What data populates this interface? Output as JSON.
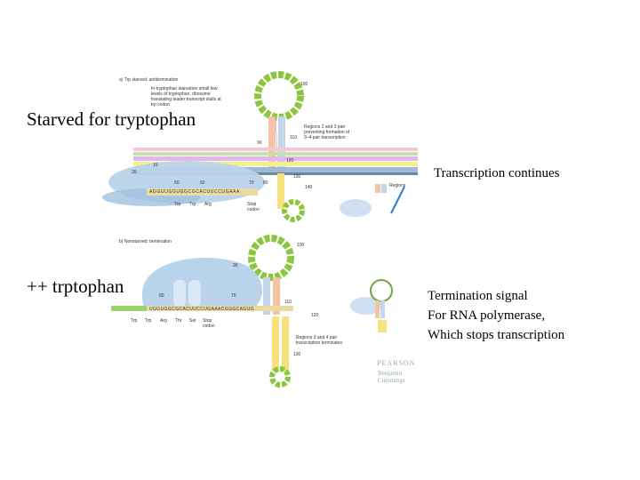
{
  "labels": {
    "starved": "Starved for tryptophan",
    "transcription_continues": "Transcription continues",
    "plus_trp": "++ trptophan",
    "termination_lines": [
      "Termination signal",
      "For RNA polymerase,",
      "Which stops transcription"
    ]
  },
  "panel_a": {
    "heading": "a) Trp starved: antitermination",
    "caption_lines": [
      "In tryptophan starvation small few",
      "levels of tryptophan, ribosome",
      "translating leader transcript stalls at",
      "trp codon"
    ],
    "regions_note_lines": [
      "Regions 2 and 3 pair",
      "preventing formation of",
      "3–4 pair transcription"
    ],
    "sequence": "AGGUUGGUGGCGCACUUCCUGAAA",
    "codons": [
      "Trp",
      "Trp",
      "Arg"
    ],
    "stop_label_lines": [
      "Stop",
      "codon"
    ],
    "regions_label": "Regions",
    "numbers": [
      "100",
      "90",
      "110",
      "120",
      "130",
      "140",
      "10",
      "20",
      "50",
      "60",
      "70",
      "80"
    ]
  },
  "panel_b": {
    "heading": "b) Nonstarved: termination",
    "regions_note_lines": [
      "Regions 3 and 4 pair",
      "transcription terminates"
    ],
    "sequence": "UGGUGGCGCACUUCCUGAAACGGGCAGUG",
    "codons": [
      "Trp",
      "Trp",
      "Arg",
      "Thr",
      "Ser"
    ],
    "stop_label_lines": [
      "Stop",
      "codon"
    ],
    "numbers": [
      "100",
      "90",
      "110",
      "80",
      "70",
      "130",
      "120"
    ]
  },
  "publisher": {
    "name": "PEARSON",
    "imprint_lines": [
      "Benjamin",
      "Cummings"
    ]
  },
  "colors": {
    "ribosome": "#b9d3ea",
    "loop": "#8cc63f",
    "region2": "#f4c3a3",
    "region3": "#c4d7ea",
    "region4": "#f6e27a",
    "polymerase": "#cfe0f2",
    "arrow": "#2a7fd4"
  }
}
